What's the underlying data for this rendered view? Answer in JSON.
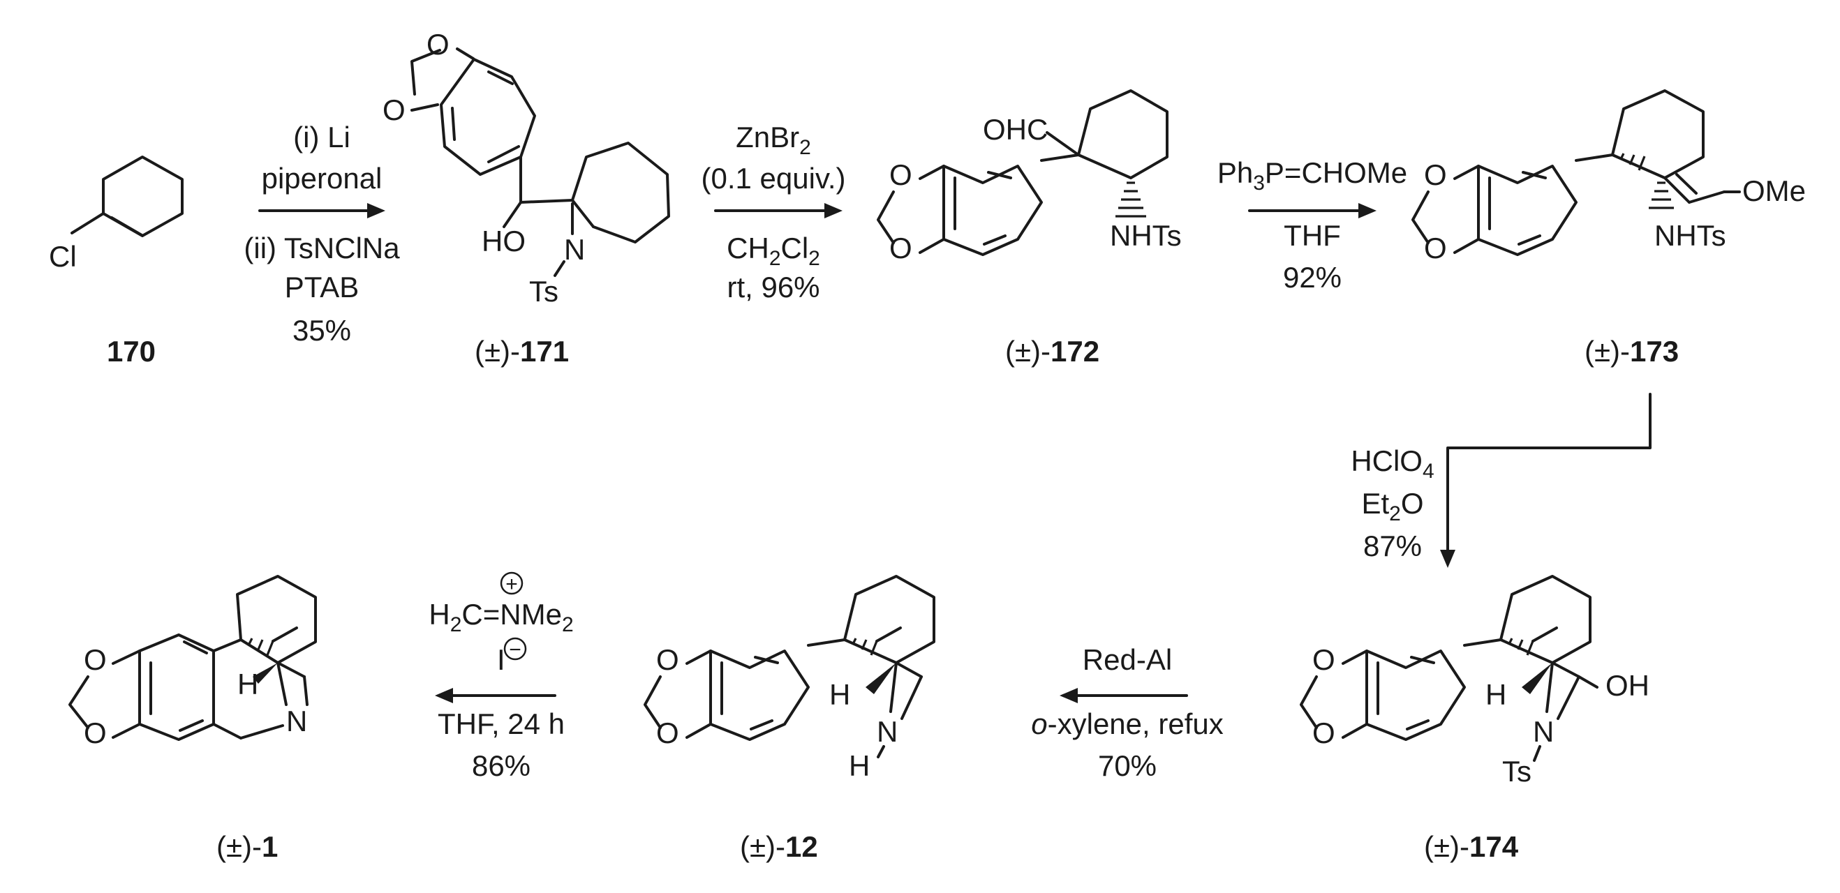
{
  "compounds": {
    "c170": {
      "label": "170",
      "cl": "Cl"
    },
    "c171": {
      "prefix": "(±)-",
      "label": "171",
      "ho": "HO",
      "n": "N",
      "ts": "Ts"
    },
    "c172": {
      "prefix": "(±)-",
      "label": "172",
      "ohc": "OHC",
      "nhts": "NHTs"
    },
    "c173": {
      "prefix": "(±)-",
      "label": "173",
      "ome": "OMe",
      "nhts": "NHTs"
    },
    "c174": {
      "prefix": "(±)-",
      "label": "174",
      "oh": "OH",
      "h": "H",
      "n": "N",
      "ts": "Ts"
    },
    "c12": {
      "prefix": "(±)-",
      "label": "12",
      "h": "H",
      "n": "N",
      "nh": "H"
    },
    "c1": {
      "prefix": "(±)-",
      "label": "1",
      "h": "H",
      "n": "N"
    },
    "ring_o": "O"
  },
  "steps": {
    "s1": {
      "lines": [
        "(i) Li",
        "piperonal",
        "(ii) TsNClNa",
        "PTAB",
        "35%"
      ]
    },
    "s2": {
      "line1": "ZnBr",
      "sub1": "2",
      "line2": "(0.1 equiv.)",
      "line3a": "CH",
      "sub3a": "2",
      "line3b": "Cl",
      "sub3b": "2",
      "line4": "rt, 96%"
    },
    "s3": {
      "line1a": "Ph",
      "sub1": "3",
      "line1b": "P=CHOMe",
      "line2": "THF",
      "line3": "92%"
    },
    "s4": {
      "line1a": "HClO",
      "sub1": "4",
      "line2a": "Et",
      "sub2": "2",
      "line2b": "O",
      "line3": "87%"
    },
    "s5": {
      "line1": "Red-Al",
      "line2a": "o",
      "line2b": "-xylene, refux",
      "line3": "70%"
    },
    "s6": {
      "line1a": "H",
      "sub1a": "2",
      "line1b": "C=NMe",
      "sub1b": "2",
      "plus": "+",
      "iodide": "I",
      "minus": "−",
      "line3": "THF, 24 h",
      "line4": "86%"
    }
  }
}
